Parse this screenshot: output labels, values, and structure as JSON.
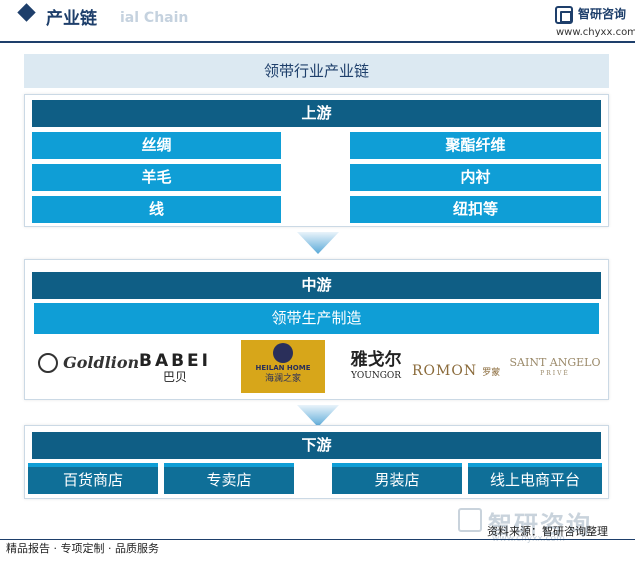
{
  "header": {
    "title": "产业链",
    "subtitle_watermark": "ial Chain",
    "brand_name": "智研咨询",
    "brand_url": "www.chyxx.com"
  },
  "diagram": {
    "title": "领带行业产业链",
    "upstream": {
      "label": "上游",
      "left_items": [
        "丝绸",
        "羊毛",
        "线"
      ],
      "right_items": [
        "聚酯纤维",
        "内衬",
        "纽扣等"
      ]
    },
    "midstream": {
      "label": "中游",
      "process": "领带生产制造",
      "brands": [
        {
          "name": "Goldlion"
        },
        {
          "name": "BABEI",
          "sub": "巴贝"
        },
        {
          "name": "HEILAN HOME",
          "sub": "海澜之家"
        },
        {
          "name": "雅戈尔",
          "sub": "YOUNGOR"
        },
        {
          "name": "ROMON",
          "sub": "罗蒙"
        },
        {
          "name": "SAINT ANGELO",
          "sub": "PRIVÉ"
        }
      ]
    },
    "downstream": {
      "label": "下游",
      "items": [
        "百货商店",
        "专卖店",
        "男装店",
        "线上电商平台"
      ]
    }
  },
  "footer": {
    "left": "精品报告 · 专项定制 · 品质服务",
    "source": "资料来源：智研咨询整理",
    "watermark": "智研咨询",
    "watermark_url": "www.chyxx.com"
  },
  "colors": {
    "dark_blue": "#0f5e85",
    "bright_blue": "#0f9ed6",
    "navy": "#1e3f6b",
    "light_bar": "#dce9f2"
  }
}
